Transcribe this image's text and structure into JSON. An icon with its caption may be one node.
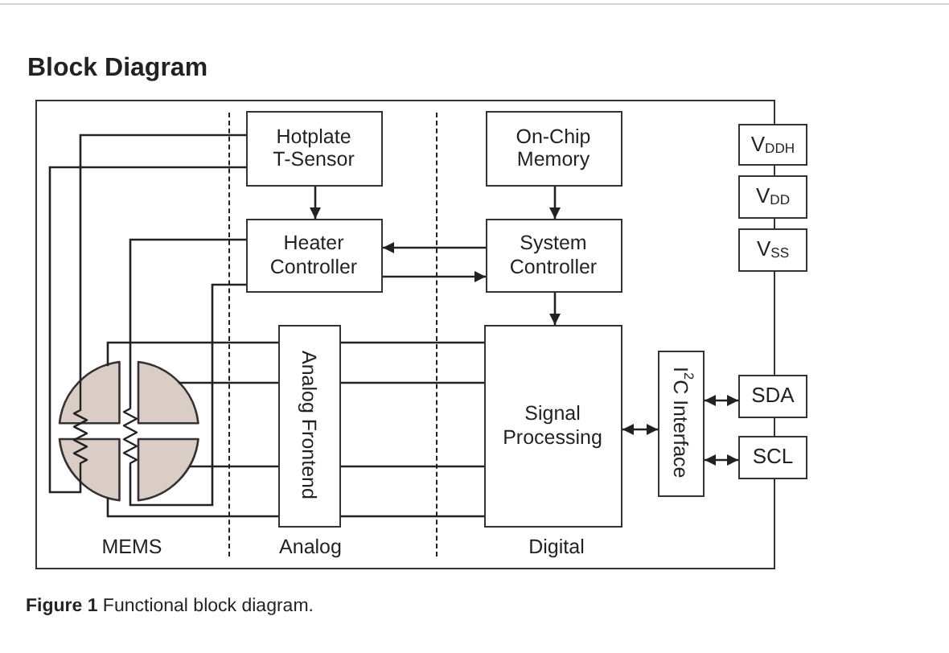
{
  "diagram": {
    "title": "Block Diagram",
    "caption": "**Figure 1** Functional block diagram.",
    "nodes": [
      {
        "text": [],
        "shape": "box"
      },
      {
        "text": [
          "Hotplate T-Sensor"
        ],
        "in": 0
      },
      {
        "text": [
          "Heater Controller"
        ],
        "in": 0
      },
      {
        "text": [
          "On-Chip Memory"
        ],
        "in": 0
      },
      {
        "text": [
          "System Controller"
        ],
        "in": 0
      },
      {
        "text": [
          "Analog Frontend"
        ],
        "in": 0
      },
      {
        "text": [
          "Signal Processing"
        ],
        "in": 0
      },
      {
        "text": [
          "I$^{2}$C Interface"
        ],
        "in": 0
      },
      {
        "text": [
          "V$_{DDH}$"
        ]
      },
      {
        "text": [
          "V$_{DD}$"
        ]
      },
      {
        "text": [
          "V$_{SS}$"
        ]
      },
      {
        "text": [
          "SDA"
        ]
      },
      {
        "text": [
          "SCL"
        ]
      },
      {
        "text": [],
        "shape": "quadrant",
        "in": 0
      },
      {
        "text": [],
        "shape": "quadrant",
        "in": 0
      },
      {
        "text": [],
        "shape": "quadrant",
        "in": 0
      },
      {
        "text": [],
        "shape": "quadrant",
        "in": 0
      },
      {
        "text": [],
        "shape": "resistor",
        "in": 0
      },
      {
        "text": [],
        "shape": "resistor",
        "in": 0
      }
    ],
    "edges": [
      {
        "from": 1,
        "to": 17,
        "arrow": "none"
      },
      {
        "from": 1,
        "to": 17,
        "arrow": "none"
      },
      {
        "from": 1,
        "to": 2,
        "arrow": "to"
      },
      {
        "from": 2,
        "to": 18,
        "arrow": "none"
      },
      {
        "from": 2,
        "to": 18,
        "arrow": "none"
      },
      {
        "from": 4,
        "to": 2,
        "arrow": "to"
      },
      {
        "from": 2,
        "to": 4,
        "arrow": "to"
      },
      {
        "from": 3,
        "to": 4,
        "arrow": "to"
      },
      {
        "from": 4,
        "to": 6,
        "arrow": "to"
      },
      {
        "from": 6,
        "to": 7,
        "arrow": "both"
      },
      {
        "from": 7,
        "to": 11,
        "arrow": "both"
      },
      {
        "from": 7,
        "to": 12,
        "arrow": "both"
      },
      {
        "from": 13,
        "to": 5,
        "arrow": "none"
      },
      {
        "from": 14,
        "to": 5,
        "arrow": "none"
      },
      {
        "from": 15,
        "to": 5,
        "arrow": "none"
      },
      {
        "from": 16,
        "to": 5,
        "arrow": "none"
      },
      {
        "from": 5,
        "to": 6,
        "arrow": "none"
      },
      {
        "from": 5,
        "to": 6,
        "arrow": "none"
      },
      {
        "from": 5,
        "to": 6,
        "arrow": "none"
      },
      {
        "from": 5,
        "to": 6,
        "arrow": "none"
      }
    ],
    "labels": [
      "MEMS",
      "Analog",
      "Digital"
    ]
  }
}
